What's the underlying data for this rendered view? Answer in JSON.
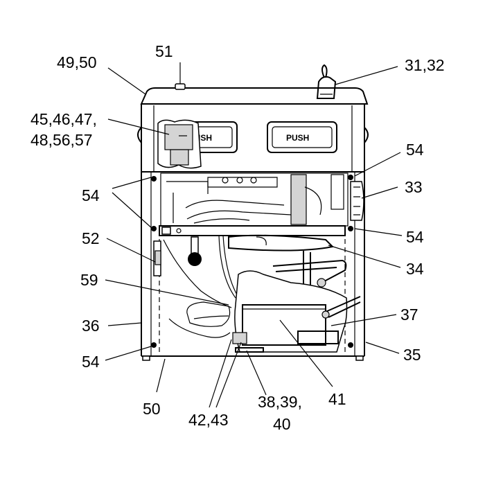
{
  "diagram": {
    "button_left_label": "ISH",
    "button_right_label": "PUSH",
    "callouts": [
      {
        "id": "c-49-50",
        "text": "49,50"
      },
      {
        "id": "c-51",
        "text": "51"
      },
      {
        "id": "c-31-32",
        "text": "31,32"
      },
      {
        "id": "c-45-47",
        "text": "45,46,47,"
      },
      {
        "id": "c-48-57",
        "text": "48,56,57"
      },
      {
        "id": "c-54-a",
        "text": "54"
      },
      {
        "id": "c-54-b",
        "text": "54"
      },
      {
        "id": "c-33",
        "text": "33"
      },
      {
        "id": "c-54-c",
        "text": "54"
      },
      {
        "id": "c-52",
        "text": "52"
      },
      {
        "id": "c-34",
        "text": "34"
      },
      {
        "id": "c-59",
        "text": "59"
      },
      {
        "id": "c-37",
        "text": "37"
      },
      {
        "id": "c-36",
        "text": "36"
      },
      {
        "id": "c-54-d",
        "text": "54"
      },
      {
        "id": "c-35",
        "text": "35"
      },
      {
        "id": "c-41",
        "text": "41"
      },
      {
        "id": "c-50",
        "text": "50"
      },
      {
        "id": "c-38-39",
        "text": "38,39,"
      },
      {
        "id": "c-40",
        "text": "40"
      },
      {
        "id": "c-42-43",
        "text": "42,43"
      }
    ]
  }
}
